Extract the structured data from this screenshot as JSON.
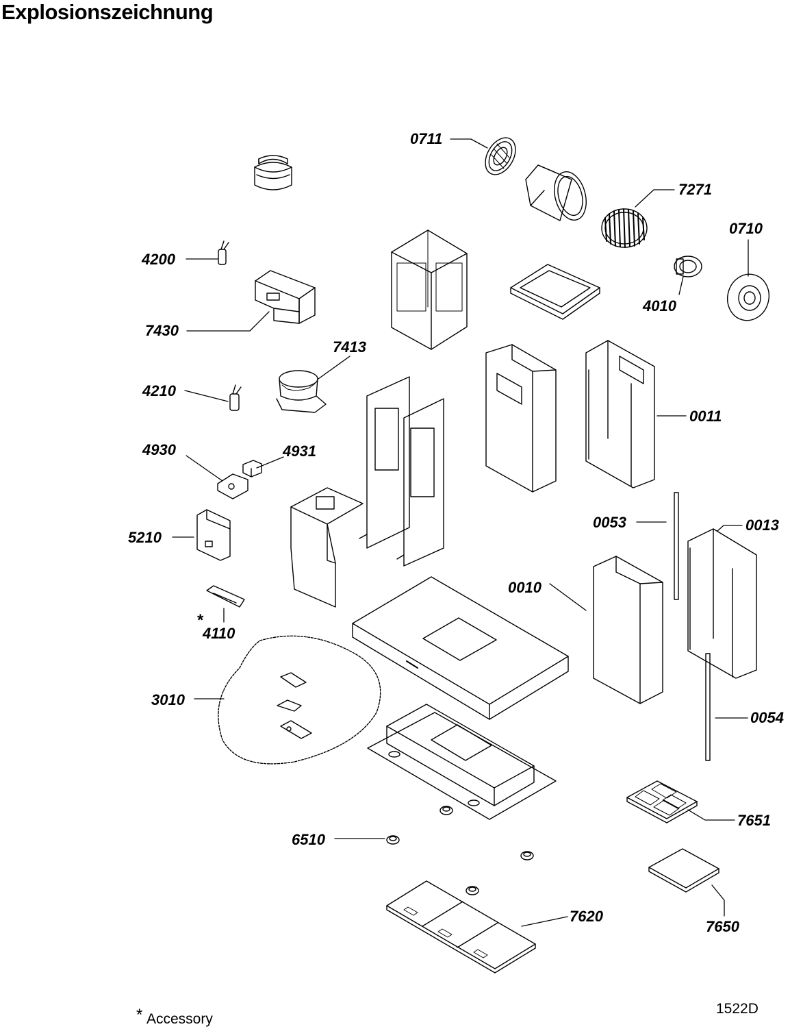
{
  "title": "Explosionszeichnung",
  "labels": {
    "p0711": "0711",
    "p7271": "7271",
    "p0710": "0710",
    "p4200": "4200",
    "p4010": "4010",
    "p7430": "7430",
    "p7413": "7413",
    "p4210": "4210",
    "p0011": "0011",
    "p4930": "4930",
    "p4931": "4931",
    "p5210": "5210",
    "p0053": "0053",
    "p0013": "0013",
    "p0010": "0010",
    "p4110": "4110",
    "p3010": "3010",
    "p0054": "0054",
    "p7651": "7651",
    "p6510": "6510",
    "p7620": "7620",
    "p7650": "7650"
  },
  "accessory_marker": "*",
  "footer": {
    "star": "*",
    "accessory": "Accessory",
    "code": "1522D"
  }
}
